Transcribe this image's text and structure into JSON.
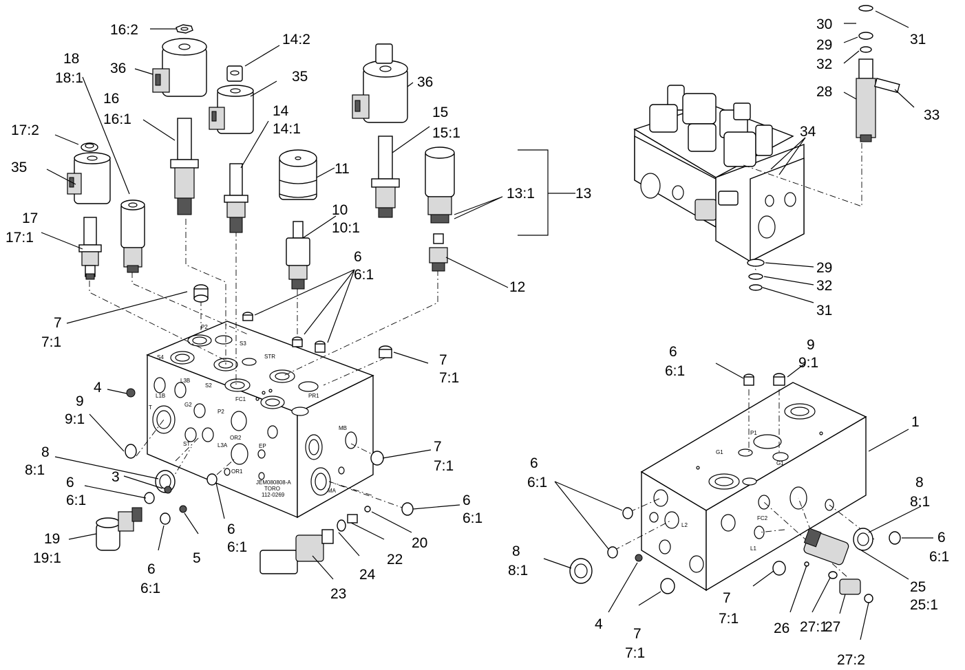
{
  "callouts": {
    "c16_2": "16:2",
    "c14_2": "14:2",
    "c36a": "36",
    "c35a": "35",
    "c18": "18",
    "c18_1": "18:1",
    "c16": "16",
    "c16_1": "16:1",
    "c14": "14",
    "c14_1": "14:1",
    "c17_2": "17:2",
    "c35b": "35",
    "c11": "11",
    "c36b": "36",
    "c15": "15",
    "c15_1": "15:1",
    "c13_1": "13:1",
    "c13": "13",
    "c10": "10",
    "c10_1": "10:1",
    "c17": "17",
    "c17_1": "17:1",
    "c12": "12",
    "c6a": "6",
    "c6_1a": "6:1",
    "c7a": "7",
    "c7_1a": "7:1",
    "c7b": "7",
    "c7_1b": "7:1",
    "c4a": "4",
    "c9a": "9",
    "c9_1a": "9:1",
    "c8a": "8",
    "c8_1a": "8:1",
    "c3": "3",
    "c6b": "6",
    "c6_1b": "6:1",
    "c7c": "7",
    "c7_1c": "7:1",
    "c6c": "6",
    "c6_1c": "6:1",
    "c19": "19",
    "c19_1": "19:1",
    "c6d": "6",
    "c6_1d": "6:1",
    "c5": "5",
    "c6e": "6",
    "c6_1e": "6:1",
    "c24": "24",
    "c22": "22",
    "c20": "20",
    "c23": "23",
    "c30": "30",
    "c31a": "31",
    "c29a": "29",
    "c32a": "32",
    "c28": "28",
    "c33": "33",
    "c34": "34",
    "c29b": "29",
    "c32b": "32",
    "c31b": "31",
    "c6f": "6",
    "c6_1f": "6:1",
    "c9b": "9",
    "c9_1b": "9:1",
    "c1": "1",
    "c6g": "6",
    "c6_1g": "6:1",
    "c8b": "8",
    "c8_1b": "8:1",
    "c8c": "8",
    "c8_1c": "8:1",
    "c6h": "6",
    "c6_1h": "6:1",
    "c4b": "4",
    "c7d": "7",
    "c7_1d": "7:1",
    "c7e": "7",
    "c7_1e": "7:1",
    "c26": "26",
    "c27_1": "27:1",
    "c27": "27",
    "c25": "25",
    "c25_1": "25:1",
    "c27_2": "27:2"
  },
  "manifold_stamp": {
    "part_no": "JEM080808-A",
    "maker": "TORO",
    "number": "112-0269"
  },
  "port_labels": {
    "s4": "S4",
    "p2": "P2",
    "s3": "S3",
    "str": "STR",
    "l3b": "L3B",
    "s2": "S2",
    "l1b": "L1B",
    "g2": "G2",
    "t": "T",
    "fc1": "FC1",
    "pr1": "PR1",
    "st": "ST",
    "or2": "OR2",
    "l3a": "L3A",
    "ep": "EP",
    "or1": "OR1",
    "mb": "MB",
    "ma": "MA",
    "g1": "G1",
    "p1": "P1",
    "fc2": "FC2",
    "l1": "L1",
    "l2": "L2"
  }
}
